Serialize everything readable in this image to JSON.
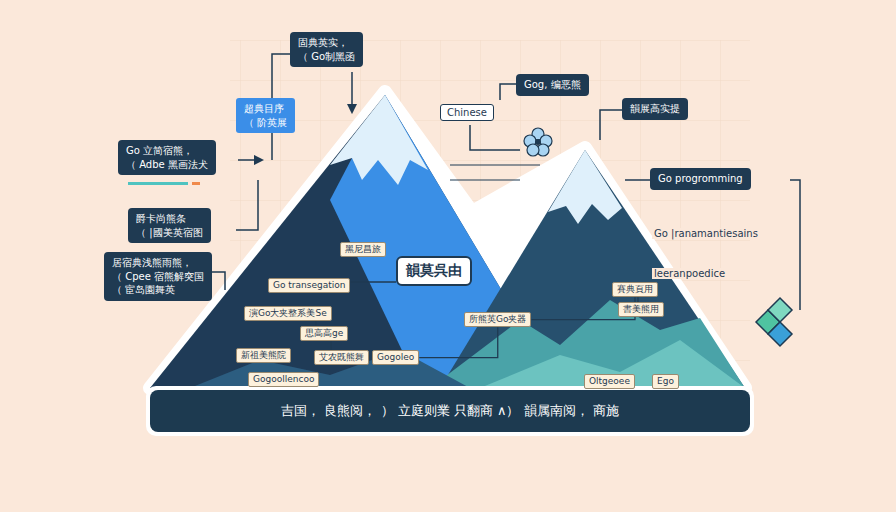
{
  "diagram": {
    "nodes": [
      {
        "text": [
          "固典英实，",
          "（ Go制黑函"
        ]
      },
      {
        "text": [
          "超典目序",
          "（ 阶英展"
        ]
      },
      {
        "text": [
          "Go 立简宿熊，",
          "（ Adbe 黑画法犬"
        ]
      },
      {
        "text": [
          "爵卡尚熊条",
          "（ |國美英宿图"
        ]
      },
      {
        "text": [
          "居宿典浅熊雨熊，",
          "（ Cpee 宿熊解突国",
          "（ 宦岛園舞英"
        ]
      },
      {
        "text": [
          "Chinese"
        ]
      },
      {
        "text": [
          "Gog, 编恶熊"
        ]
      },
      {
        "text": [
          "韻展高实提"
        ]
      },
      {
        "text": [
          "Go progromming"
        ]
      },
      {
        "text": [
          "黑尼昌旅"
        ]
      },
      {
        "text": [
          "Go transegation"
        ]
      },
      {
        "text": [
          "韻莫呉由"
        ]
      },
      {
        "text": [
          "演Go大夹整系美Se"
        ]
      },
      {
        "text": [
          "思高高ge"
        ]
      },
      {
        "text": [
          "新祖美熊院"
        ]
      },
      {
        "text": [
          "艾农既熊舞"
        ]
      },
      {
        "text": [
          "Gogoleo"
        ]
      },
      {
        "text": [
          "Gogoollencoo"
        ]
      },
      {
        "text": [
          "所熊英Go夹器"
        ]
      },
      {
        "text": [
          "賽典頁用"
        ]
      },
      {
        "text": [
          "書美熊用"
        ]
      },
      {
        "text": [
          "Oltgeoee"
        ]
      },
      {
        "text": [
          "Ego"
        ]
      },
      {
        "text": [
          "吉国，  良熊阅，  ）  立庭则業   只翻商   ∧）  韻属南阅，  商施"
        ]
      }
    ],
    "edges": [
      {
        "from": 10,
        "to": 11,
        "arrow": "none"
      },
      {
        "from": 12,
        "to": 13,
        "arrow": "none"
      },
      {
        "from": 13,
        "to": 15,
        "arrow": "none"
      },
      {
        "from": 16,
        "to": 18,
        "arrow": "none"
      },
      {
        "from": 18,
        "to": 19,
        "arrow": "none"
      },
      {
        "from": 19,
        "to": 20,
        "arrow": "none"
      }
    ],
    "labels": [
      "Go |ranamantiesains",
      "leeranpoedice"
    ]
  }
}
